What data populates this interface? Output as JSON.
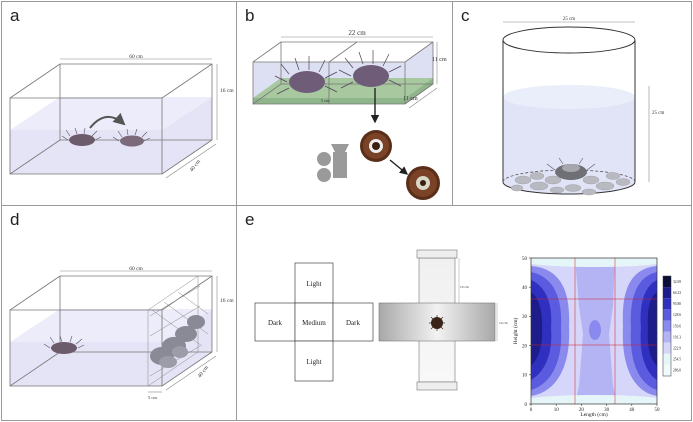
{
  "panels": {
    "a": {
      "letter": "a",
      "width_label": "60 cm",
      "height_label": "16 cm",
      "depth_label": "40 cm"
    },
    "b": {
      "letter": "b",
      "top_label": "22 cm",
      "height_label": "11 cm",
      "depth_label": "11 cm",
      "bottom_label": "5 cm"
    },
    "c": {
      "letter": "c",
      "top_label": "25 cm",
      "height_label": "25 cm"
    },
    "d": {
      "letter": "d",
      "width_label": "60 cm",
      "height_label": "16 cm",
      "depth_label": "40 cm",
      "gap_label": "5 cm"
    },
    "e": {
      "letter": "e",
      "arms": {
        "top": "Light",
        "left": "Dark",
        "center": "Medium",
        "right": "Dark",
        "bottom": "Light"
      },
      "arm_length_label": "10 cm",
      "arm_width_label": "10 cm"
    }
  },
  "chart_data": {
    "type": "heatmap",
    "xlabel": "Length (cm)",
    "ylabel": "Height (cm)",
    "xlim": [
      0,
      50
    ],
    "ylim": [
      0,
      50
    ],
    "x_ticks": [
      "0",
      "10",
      "20",
      "30",
      "40",
      "50"
    ],
    "y_ticks": [
      "0",
      "10",
      "20",
      "30",
      "40",
      "50"
    ],
    "colorbar_ticks": [
      "32.69",
      "64.23",
      "95.80",
      "128.6",
      "159.6",
      "191.3",
      "222.9",
      "254.5",
      "286.0"
    ],
    "colors": [
      "#0d0d3a",
      "#1c1c8a",
      "#2f2fc0",
      "#5b5be0",
      "#8a8aee",
      "#b4b4f4",
      "#d6d6fa",
      "#e6f6f8",
      "#f2fbfc"
    ]
  }
}
